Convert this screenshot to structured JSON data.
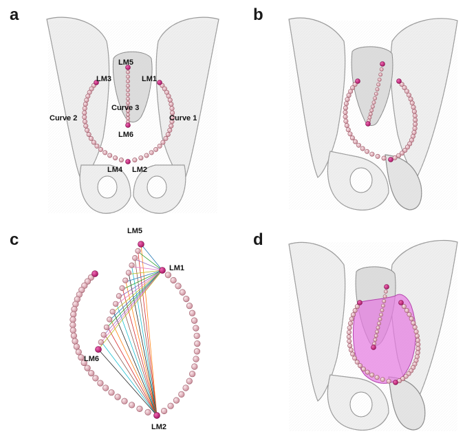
{
  "panels": {
    "a": {
      "letter": "a",
      "labels": {
        "lm5": "LM5",
        "lm3": "LM3",
        "lm1": "LM1",
        "curve2": "Curve 2",
        "curve3": "Curve 3",
        "curve1": "Curve 1",
        "lm6": "LM6",
        "lm4": "LM4",
        "lm2": "LM2"
      }
    },
    "b": {
      "letter": "b"
    },
    "c": {
      "letter": "c",
      "labels": {
        "lm5": "LM5",
        "lm1": "LM1",
        "lm6": "LM6",
        "lm2": "LM2"
      }
    },
    "d": {
      "letter": "d"
    }
  },
  "colors": {
    "bone_fill": "#efefef",
    "bone_stroke": "#9a9a9a",
    "bead_fill": "#eab8c2",
    "bead_stroke": "#9c5b68",
    "landmark": "#d41c83",
    "surface": "#e57be0"
  }
}
